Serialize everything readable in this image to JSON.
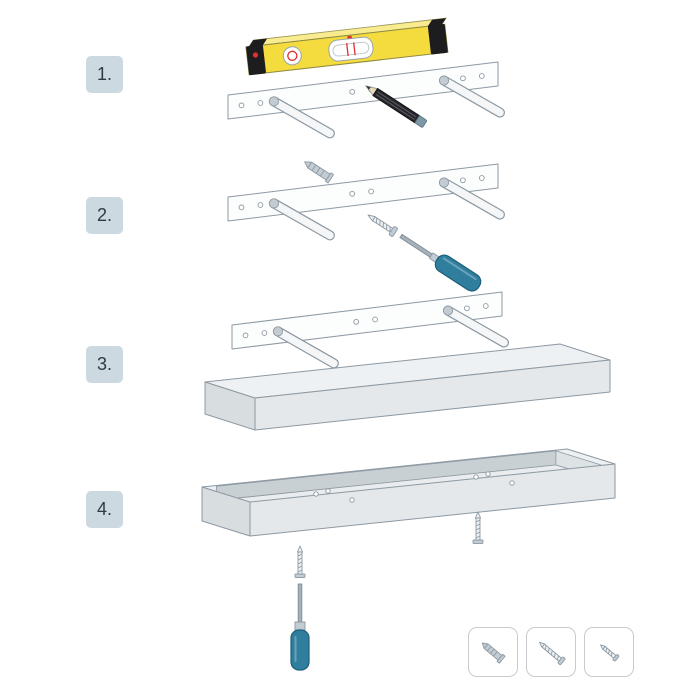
{
  "steps": [
    {
      "number": "1.",
      "illustration": "level-bracket-and-pencil"
    },
    {
      "number": "2.",
      "illustration": "wall-anchor-screw-and-screwdriver"
    },
    {
      "number": "3.",
      "illustration": "slide-shelf-onto-bracket"
    },
    {
      "number": "4.",
      "illustration": "fix-shelf-from-underside"
    }
  ],
  "hardware_legend": {
    "items": [
      {
        "name": "wall-anchor"
      },
      {
        "name": "long-screw"
      },
      {
        "name": "short-screw"
      }
    ]
  },
  "colors": {
    "background": "#ffffff",
    "badge_bg": "#ccd9e0",
    "badge_text": "#2f3a40",
    "outline": "#8d99a3",
    "shelf_top": "#eef1f3",
    "shelf_front": "#e4e8ea",
    "shelf_side": "#d8dde0",
    "cavity": "#c9d0d4",
    "metal": "#c3ccd2",
    "level_yellow": "#f4dc3f",
    "level_yellow_light": "#f9eb8f",
    "level_black": "#1d1d1f",
    "level_red": "#e03030",
    "tool_teal": "#2f7e9d",
    "tool_teal_dark": "#1d5f7a",
    "legend_border": "#c6ccd1"
  }
}
